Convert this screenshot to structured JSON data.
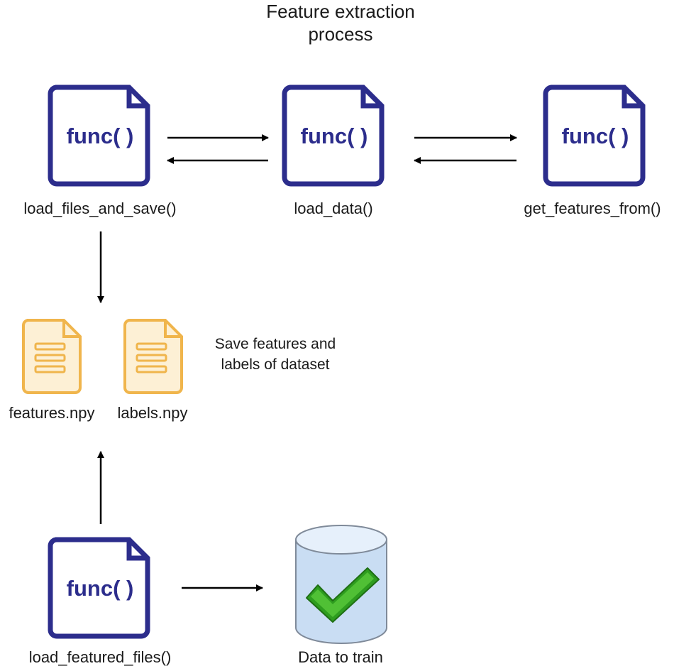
{
  "title": "Feature extraction process",
  "func_nodes": [
    {
      "id": "load_files_and_save",
      "icon_text": "func( )",
      "label": "load_files_and_save()"
    },
    {
      "id": "load_data",
      "icon_text": "func( )",
      "label": "load_data()"
    },
    {
      "id": "get_features_from",
      "icon_text": "func( )",
      "label": "get_features_from()"
    },
    {
      "id": "load_featured_files",
      "icon_text": "func( )",
      "label": "load_featured_files()"
    }
  ],
  "file_nodes": [
    {
      "id": "features",
      "label": "features.npy"
    },
    {
      "id": "labels",
      "label": "labels.npy"
    }
  ],
  "note": "Save features and labels of dataset",
  "database": {
    "label": "Data to train"
  },
  "colors": {
    "func_icon": "#2c2d8c",
    "file_icon_stroke": "#f0b54c",
    "file_icon_fill": "#fdf0d5",
    "db_fill": "#c9ddf3",
    "check": "#2e9d1f"
  }
}
